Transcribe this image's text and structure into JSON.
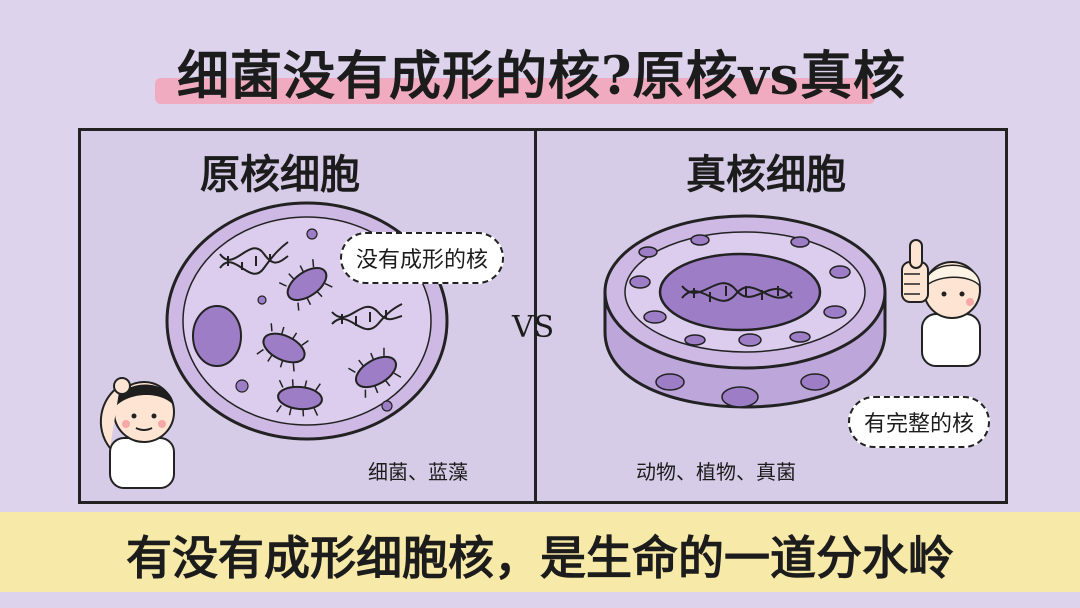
{
  "title": "细菌没有成形的核?原核vs真核",
  "left_panel": {
    "heading": "原核细胞",
    "bubble": "没有成形的核",
    "caption": "细菌、蓝藻"
  },
  "right_panel": {
    "heading": "真核细胞",
    "bubble": "有完整的核",
    "caption": "动物、植物、真菌"
  },
  "vs_label": "VS",
  "banner": "有没有成形细胞核，是生命的一道分水岭",
  "colors": {
    "background": "#ddd3ec",
    "cell_fill": "#c9b6e0",
    "cell_dark": "#8b6bb8",
    "highlight": "#f5a3b8",
    "banner": "#f7e9a7"
  }
}
